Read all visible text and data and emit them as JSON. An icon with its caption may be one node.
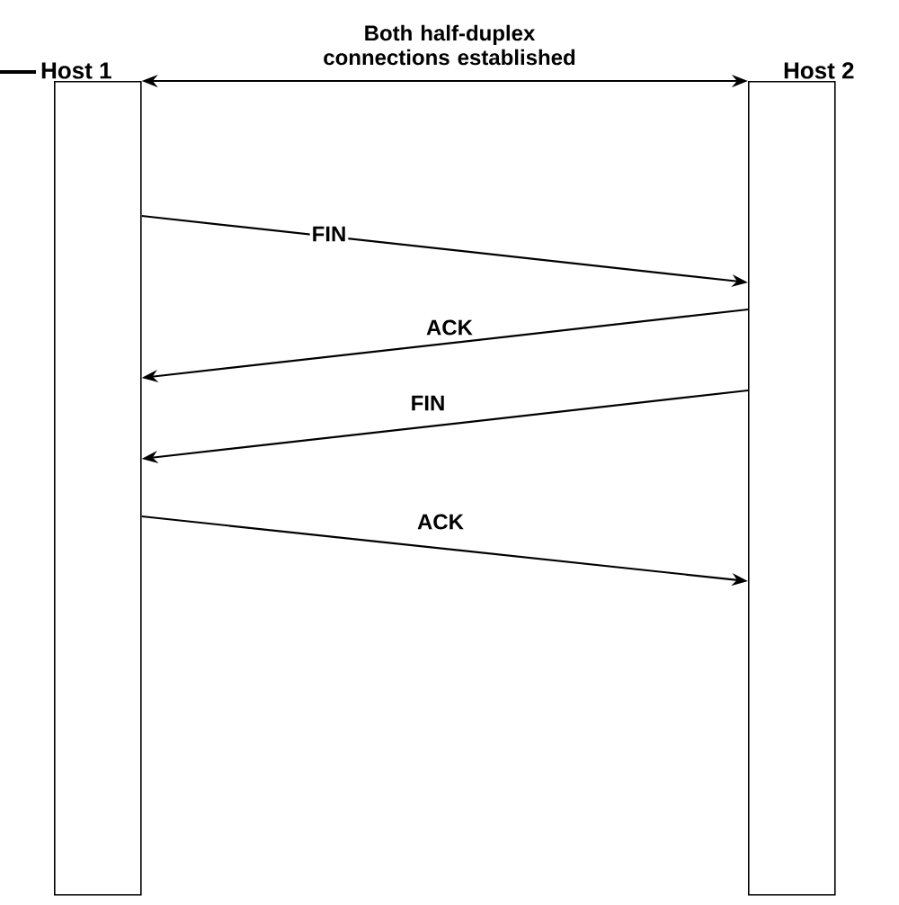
{
  "diagram": {
    "nodes": [
      {
        "text": [
          "Host 1"
        ]
      },
      {
        "text": [
          "Host 2"
        ]
      }
    ],
    "edges": [
      {
        "from": 0,
        "to": 1,
        "arrow": "both",
        "label": "Both half-duplex connections established"
      },
      {
        "from": 0,
        "to": 1,
        "arrow": "to",
        "label": "FIN"
      },
      {
        "from": 1,
        "to": 0,
        "arrow": "to",
        "label": "ACK"
      },
      {
        "from": 1,
        "to": 0,
        "arrow": "to",
        "label": "FIN"
      },
      {
        "from": 0,
        "to": 1,
        "arrow": "to",
        "label": "ACK"
      }
    ]
  }
}
